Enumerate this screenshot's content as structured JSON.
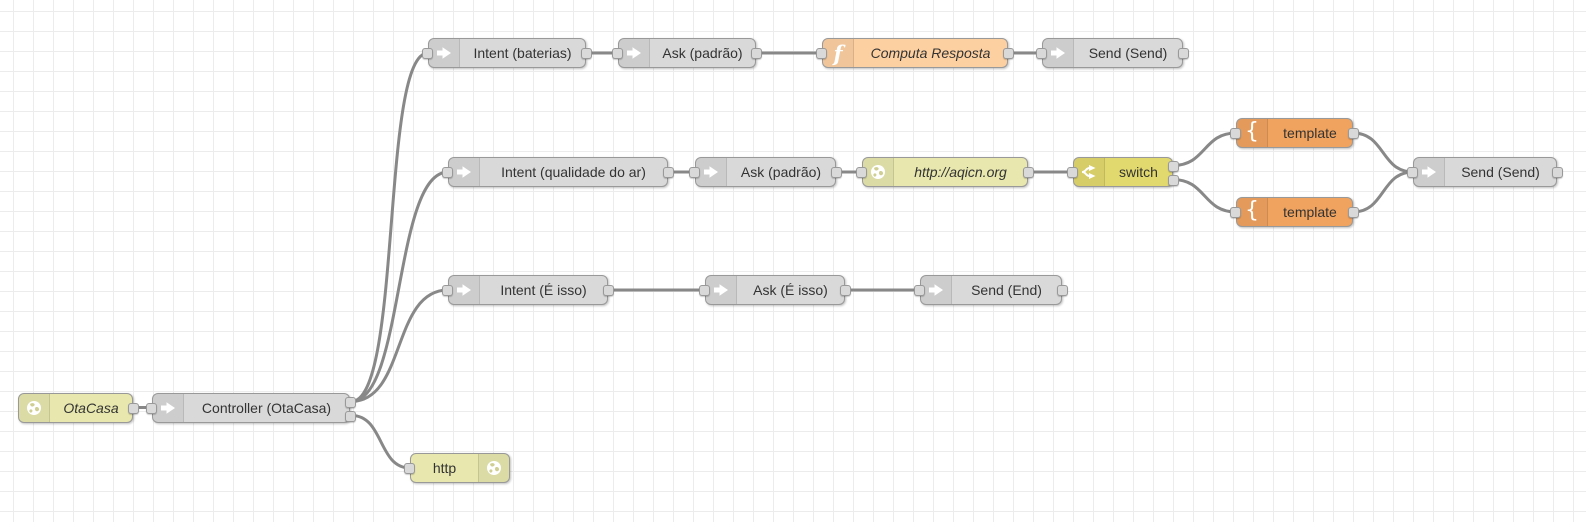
{
  "flow": {
    "nodes": [
      {
        "id": "otacasa",
        "label": "OtaCasa",
        "icon": "globe-icon",
        "color": "#e7e7ae",
        "italic": true,
        "ports": {
          "outputs": 1
        }
      },
      {
        "id": "controller-otacasa",
        "label": "Controller (OtaCasa)",
        "icon": "arrow-icon",
        "color": "#d9d9d9",
        "italic": false,
        "ports": {
          "inputs": 1,
          "outputs": 2
        }
      },
      {
        "id": "intent-baterias",
        "label": "Intent (baterias)",
        "icon": "arrow-icon",
        "color": "#d9d9d9",
        "italic": false,
        "ports": {
          "inputs": 1,
          "outputs": 1
        }
      },
      {
        "id": "ask-padrao-1",
        "label": "Ask (padrão)",
        "icon": "arrow-icon",
        "color": "#d9d9d9",
        "italic": false,
        "ports": {
          "inputs": 1,
          "outputs": 1
        }
      },
      {
        "id": "computa-resposta",
        "label": "Computa Resposta",
        "icon": "function-icon",
        "color": "#fdd0a2",
        "italic": true,
        "ports": {
          "inputs": 1,
          "outputs": 1
        }
      },
      {
        "id": "send-send-1",
        "label": "Send (Send)",
        "icon": "arrow-icon",
        "color": "#d9d9d9",
        "italic": false,
        "ports": {
          "inputs": 1,
          "outputs": 1
        }
      },
      {
        "id": "intent-qualidade-do-ar",
        "label": "Intent (qualidade do ar)",
        "icon": "arrow-icon",
        "color": "#d9d9d9",
        "italic": false,
        "ports": {
          "inputs": 1,
          "outputs": 1
        }
      },
      {
        "id": "ask-padrao-2",
        "label": "Ask (padrão)",
        "icon": "arrow-icon",
        "color": "#d9d9d9",
        "italic": false,
        "ports": {
          "inputs": 1,
          "outputs": 1
        }
      },
      {
        "id": "http-aqicn",
        "label": "http://aqicn.org",
        "icon": "globe-icon",
        "color": "#e7e7ae",
        "italic": true,
        "ports": {
          "inputs": 1,
          "outputs": 1
        }
      },
      {
        "id": "switch",
        "label": "switch",
        "icon": "switch-icon",
        "color": "#e2d96e",
        "italic": false,
        "ports": {
          "inputs": 1,
          "outputs": 2
        }
      },
      {
        "id": "template-1",
        "label": "template",
        "icon": "template-icon",
        "color": "#f0a35f",
        "italic": false,
        "ports": {
          "inputs": 1,
          "outputs": 1
        }
      },
      {
        "id": "template-2",
        "label": "template",
        "icon": "template-icon",
        "color": "#f0a35f",
        "italic": false,
        "ports": {
          "inputs": 1,
          "outputs": 1
        }
      },
      {
        "id": "send-send-2",
        "label": "Send (Send)",
        "icon": "arrow-icon",
        "color": "#d9d9d9",
        "italic": false,
        "ports": {
          "inputs": 1,
          "outputs": 1
        }
      },
      {
        "id": "intent-e-isso",
        "label": "Intent (É isso)",
        "icon": "arrow-icon",
        "color": "#d9d9d9",
        "italic": false,
        "ports": {
          "inputs": 1,
          "outputs": 1
        }
      },
      {
        "id": "ask-e-isso",
        "label": "Ask (É isso)",
        "icon": "arrow-icon",
        "color": "#d9d9d9",
        "italic": false,
        "ports": {
          "inputs": 1,
          "outputs": 1
        }
      },
      {
        "id": "send-end",
        "label": "Send (End)",
        "icon": "arrow-icon",
        "color": "#d9d9d9",
        "italic": false,
        "ports": {
          "inputs": 1,
          "outputs": 1
        }
      },
      {
        "id": "http",
        "label": "http",
        "icon": "globe-icon",
        "color": "#e7e7ae",
        "italic": false,
        "icon_side": "right",
        "ports": {
          "inputs": 1
        }
      }
    ],
    "connections": [
      {
        "from": "otacasa",
        "to": "controller-otacasa"
      },
      {
        "from": "controller-otacasa:1",
        "to": "intent-baterias"
      },
      {
        "from": "controller-otacasa:1",
        "to": "intent-qualidade-do-ar"
      },
      {
        "from": "controller-otacasa:1",
        "to": "intent-e-isso"
      },
      {
        "from": "controller-otacasa:2",
        "to": "http"
      },
      {
        "from": "intent-baterias",
        "to": "ask-padrao-1"
      },
      {
        "from": "ask-padrao-1",
        "to": "computa-resposta"
      },
      {
        "from": "computa-resposta",
        "to": "send-send-1"
      },
      {
        "from": "intent-qualidade-do-ar",
        "to": "ask-padrao-2"
      },
      {
        "from": "ask-padrao-2",
        "to": "http-aqicn"
      },
      {
        "from": "http-aqicn",
        "to": "switch"
      },
      {
        "from": "switch:1",
        "to": "template-1"
      },
      {
        "from": "switch:2",
        "to": "template-2"
      },
      {
        "from": "template-1",
        "to": "send-send-2"
      },
      {
        "from": "template-2",
        "to": "send-send-2"
      },
      {
        "from": "intent-e-isso",
        "to": "ask-e-isso"
      },
      {
        "from": "ask-e-isso",
        "to": "send-end"
      }
    ]
  },
  "colors": {
    "canvas_background": "#ffffff",
    "grid_line": "#ececec",
    "node_gray": "#d9d9d9",
    "node_function": "#fdd0a2",
    "node_template": "#f0a35f",
    "node_switch": "#e2d96e",
    "node_http_yellow": "#e7e7ae",
    "node_border": "#999999",
    "wire": "#888888",
    "port": "#d9d9d9",
    "label_text": "#333333"
  }
}
